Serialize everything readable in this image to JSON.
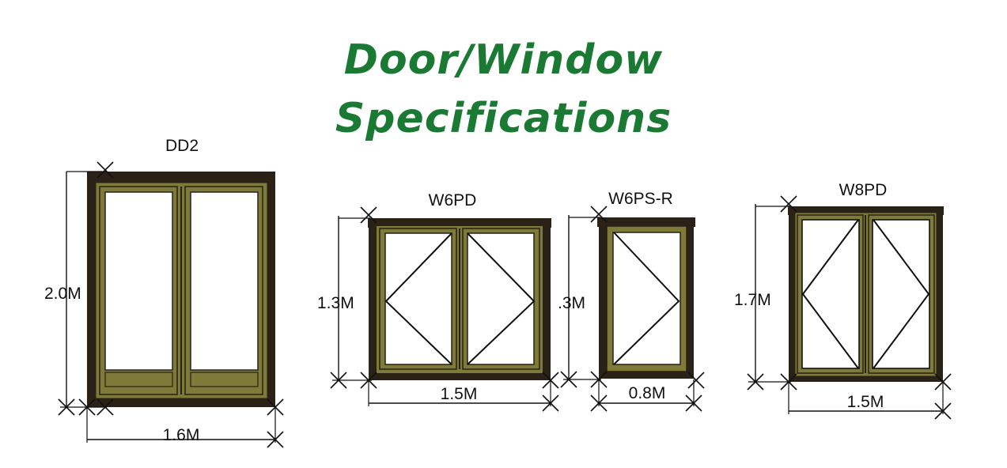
{
  "title": {
    "line1": "Door/Window",
    "line2": "Specifications"
  },
  "colors": {
    "title": "#1a7a33",
    "frame": "#2a2117",
    "sash": "#7d7a3a",
    "glass": "#ffffff",
    "dim": "#111111"
  },
  "units": [
    {
      "id": "DD2",
      "name": "DD2",
      "height": "2.0M",
      "width": "1.6M"
    },
    {
      "id": "W6PD",
      "name": "W6PD",
      "height": "1.3M",
      "width": "1.5M"
    },
    {
      "id": "W6PS-R",
      "name": "W6PS-R",
      "height": ".3M",
      "width": "0.8M"
    },
    {
      "id": "W8PD",
      "name": "W8PD",
      "height": "1.7M",
      "width": "1.5M"
    }
  ]
}
